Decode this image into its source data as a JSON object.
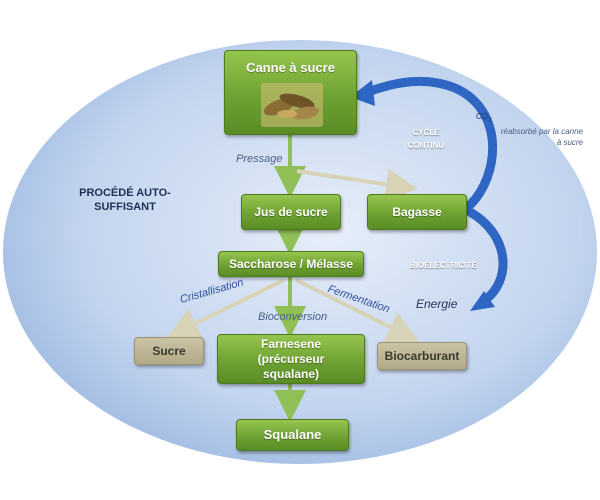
{
  "title_label": "PROCÉDÉ AUTO-SUFFISANT",
  "cycle_label": "CYCLE CONTINU",
  "co2": {
    "formula": "CO",
    "subscript": "2",
    "note": "réabsorbé par la canne à sucre"
  },
  "bioelectricity_label": "BIOÉLECTRICITÉ",
  "energy_label": "Energie",
  "nodes": {
    "canne": "Canne à sucre",
    "jus": "Jus de sucre",
    "bagasse": "Bagasse",
    "saccharose": "Saccharose / Mélasse",
    "sucre": "Sucre",
    "farnesene": "Farnesene (précurseur squalane)",
    "biocarburant": "Biocarburant",
    "squalane": "Squalane"
  },
  "edge_labels": {
    "pressage": "Pressage",
    "cristallisation": "Cristallisation",
    "bioconversion": "Bioconversion",
    "fermentation": "Fermentation"
  },
  "colors": {
    "process_node": "#6fa233",
    "side_product_node": "#b2aa88",
    "ellipse": "#a9c3e6",
    "cycle_arrow": "#2f66c4"
  }
}
